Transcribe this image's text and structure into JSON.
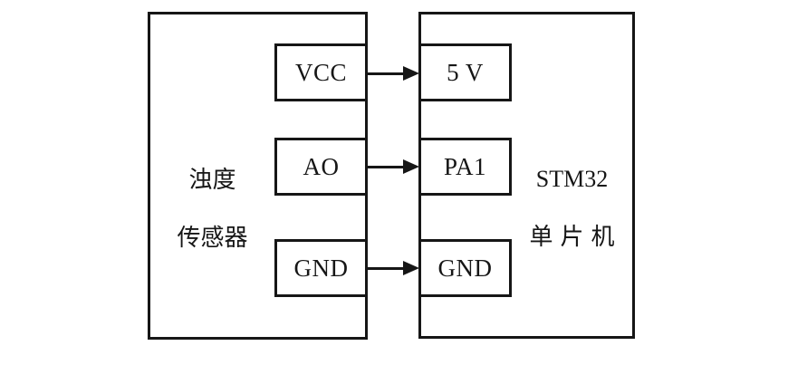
{
  "diagram": {
    "title": "turbidity-sensor-to-stm32-wiring",
    "colors": {
      "line": "#161616",
      "background": "#ffffff"
    },
    "left_module": {
      "name": "浊度传感器",
      "label_line1": "浊度",
      "label_line2": "传感器",
      "pins": [
        {
          "label": "VCC"
        },
        {
          "label": "AO"
        },
        {
          "label": "GND"
        }
      ]
    },
    "right_module": {
      "name": "STM32单片机",
      "label_line1": "STM32",
      "label_line2": "单片机",
      "pins": [
        {
          "label": "5 V"
        },
        {
          "label": "PA1"
        },
        {
          "label": "GND"
        }
      ]
    },
    "connections": [
      {
        "from": "VCC",
        "to": "5 V",
        "direction": "right"
      },
      {
        "from": "AO",
        "to": "PA1",
        "direction": "right"
      },
      {
        "from": "GND",
        "to": "GND",
        "direction": "right"
      }
    ]
  }
}
